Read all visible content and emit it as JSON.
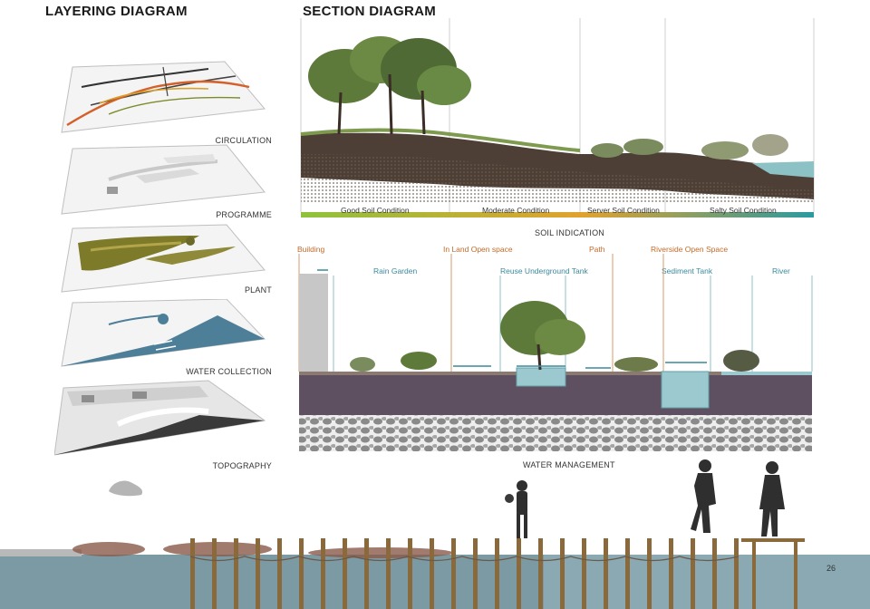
{
  "layering": {
    "title": "LAYERING DIAGRAM",
    "layers": [
      {
        "label": "CIRCULATION"
      },
      {
        "label": "PROGRAMME"
      },
      {
        "label": "PLANT"
      },
      {
        "label": "WATER COLLECTION"
      },
      {
        "label": "TOPOGRAPHY"
      }
    ]
  },
  "section": {
    "title": "SECTION DIAGRAM",
    "soil_zones": [
      "Good Soil Condition",
      "Moderate Condition",
      "Server Soil Condition",
      "Salty Soil Condition"
    ],
    "soil_caption": "SOIL INDICATION",
    "water_caption": "WATER MANAGEMENT",
    "upper_labels": [
      "Building",
      "In Land Open space",
      "Path",
      "Riverside Open Space"
    ],
    "lower_labels": [
      "Rain Garden",
      "Reuse Underground Tank",
      "Sediment Tank",
      "River"
    ]
  },
  "page_number": "26",
  "colors": {
    "circulation_orange": "#d4602a",
    "plant_olive": "#7d7a2a",
    "water_blue": "#4d7f98",
    "soil_gradient": [
      "#8fc23c",
      "#e1a22e",
      "#2a9aa0"
    ]
  }
}
